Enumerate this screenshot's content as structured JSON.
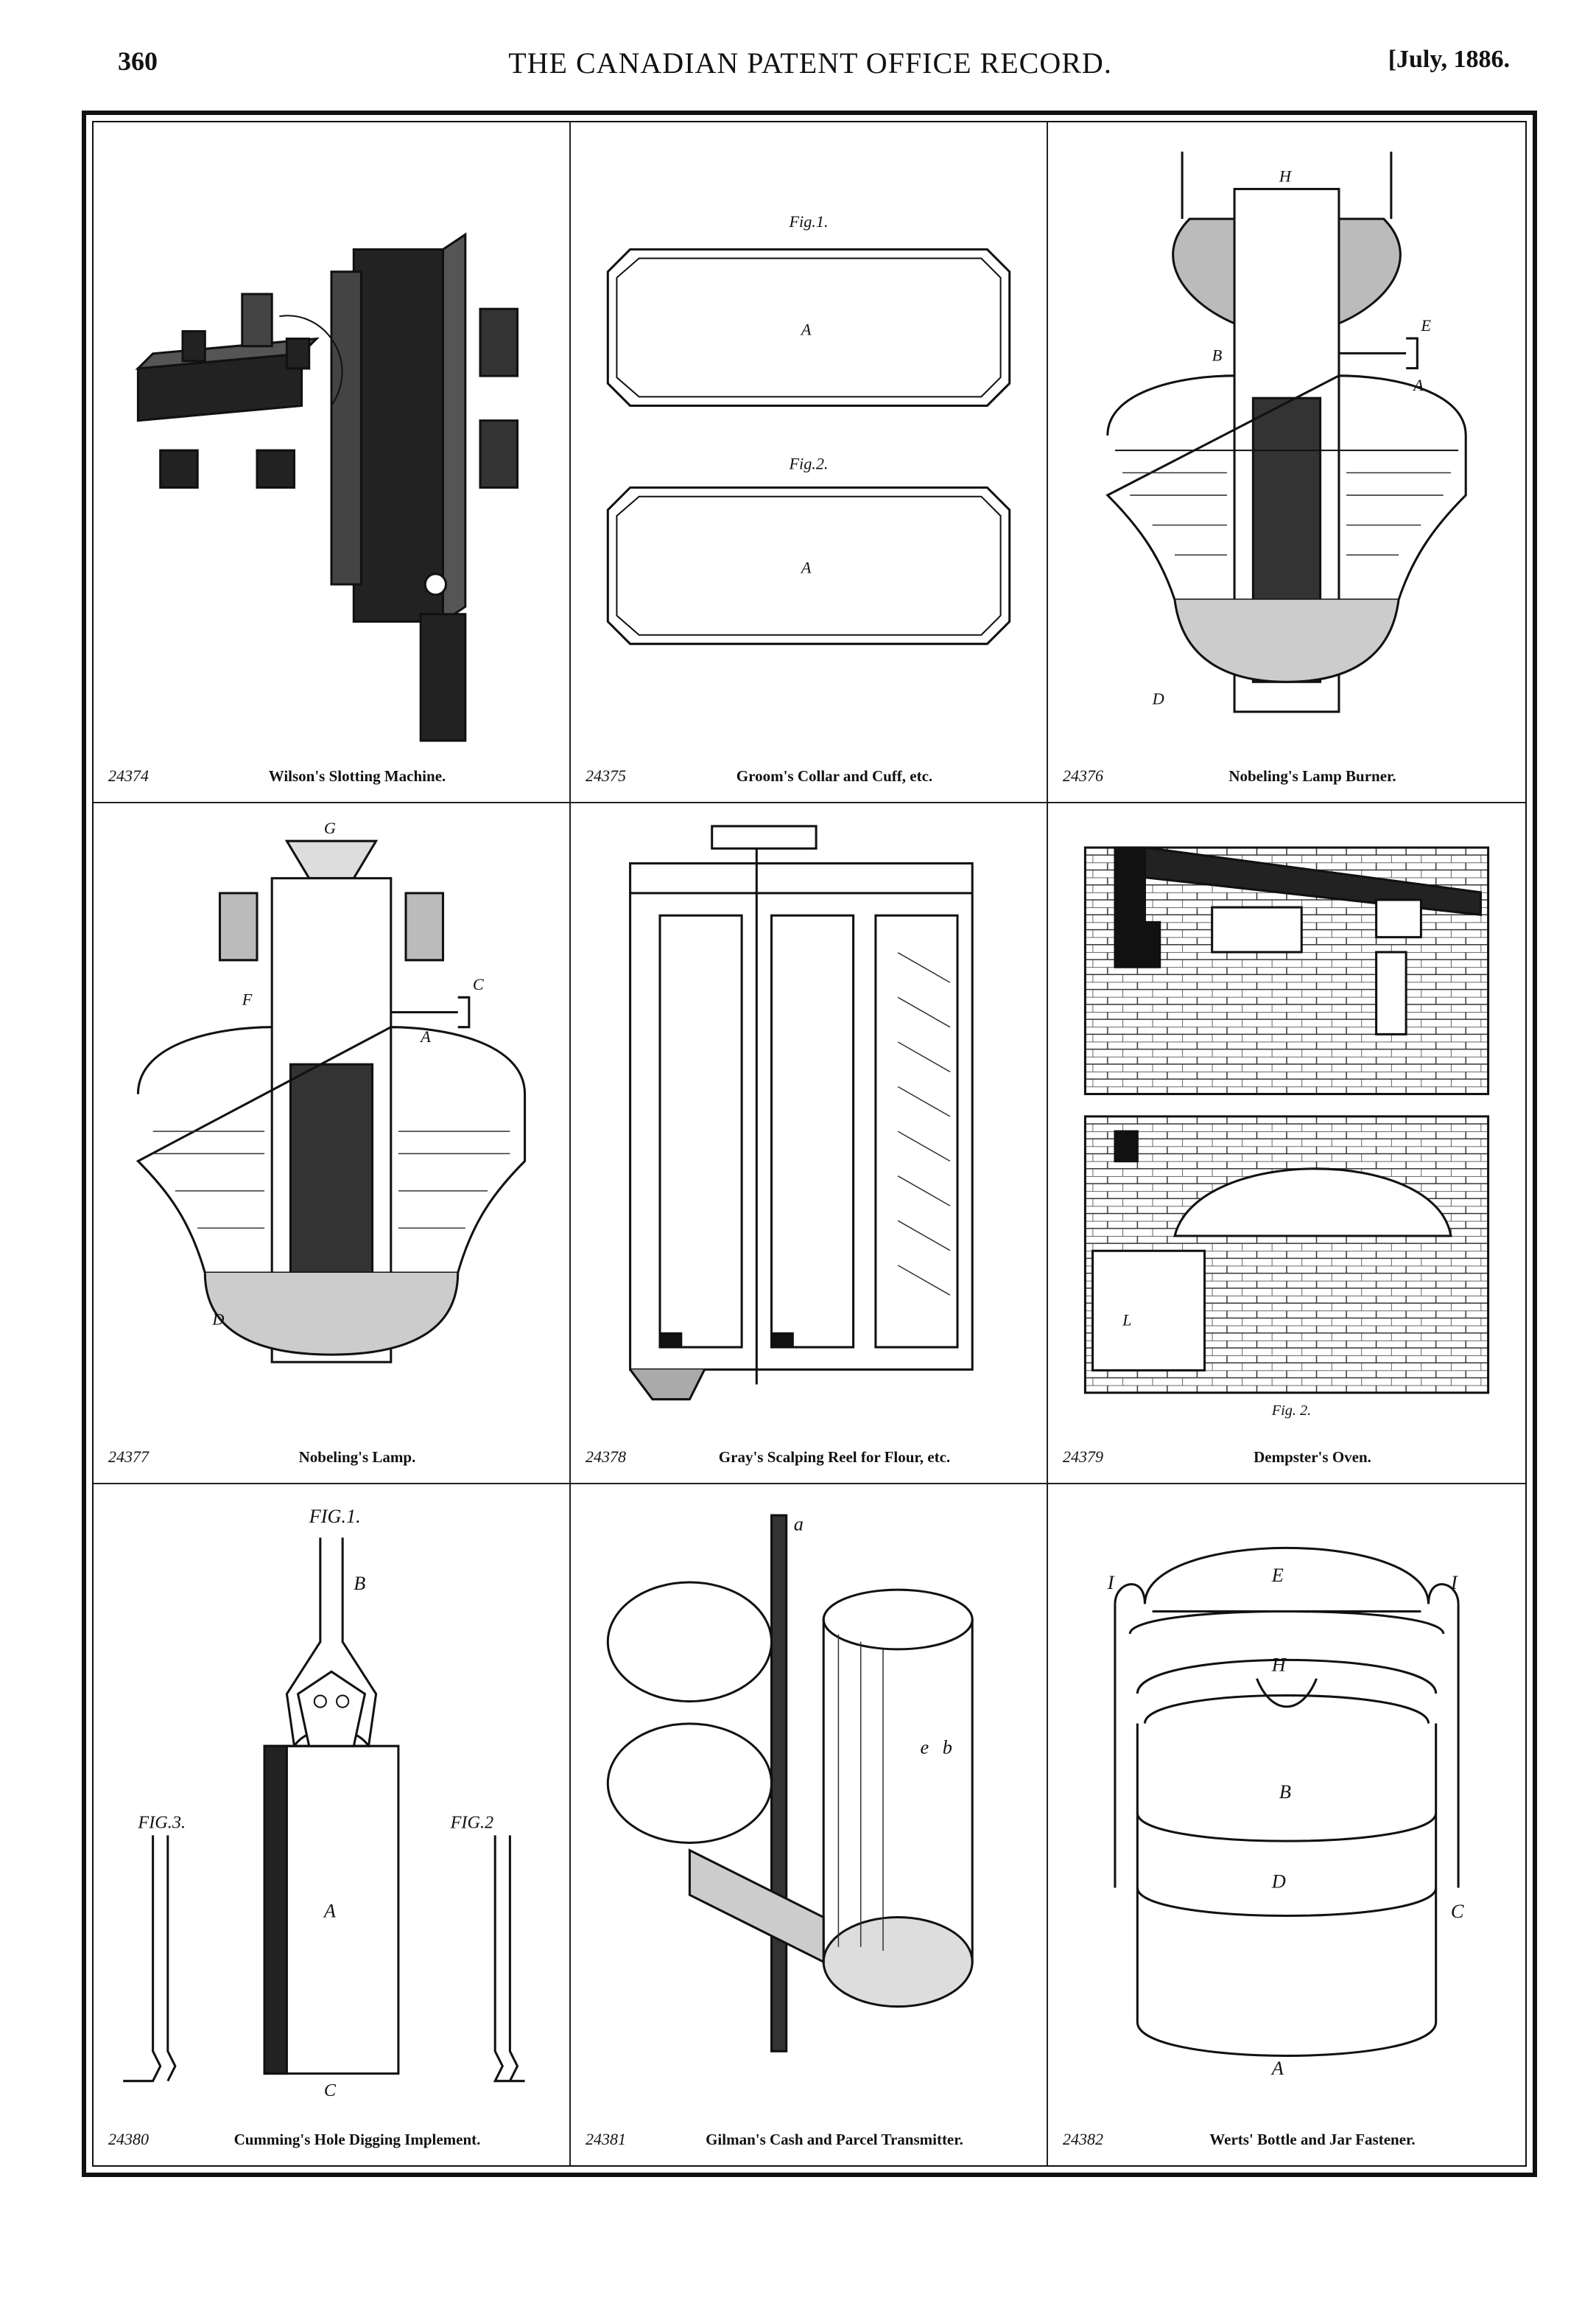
{
  "header": {
    "page_number": "360",
    "journal_title": "THE CANADIAN PATENT OFFICE RECORD.",
    "date": "[July, 1886."
  },
  "patents": [
    {
      "number": "24374",
      "title": "Wilson's Slotting Machine."
    },
    {
      "number": "24375",
      "title": "Groom's Collar and Cuff, etc."
    },
    {
      "number": "24376",
      "title": "Nobeling's Lamp Burner."
    },
    {
      "number": "24377",
      "title": "Nobeling's Lamp."
    },
    {
      "number": "24378",
      "title": "Gray's Scalping Reel for Flour, etc."
    },
    {
      "number": "24379",
      "title": "Dempster's Oven."
    },
    {
      "number": "24380",
      "title": "Cumming's Hole Digging Implement."
    },
    {
      "number": "24381",
      "title": "Gilman's Cash and Parcel Transmitter."
    },
    {
      "number": "24382",
      "title": "Werts' Bottle and Jar Fastener."
    }
  ]
}
